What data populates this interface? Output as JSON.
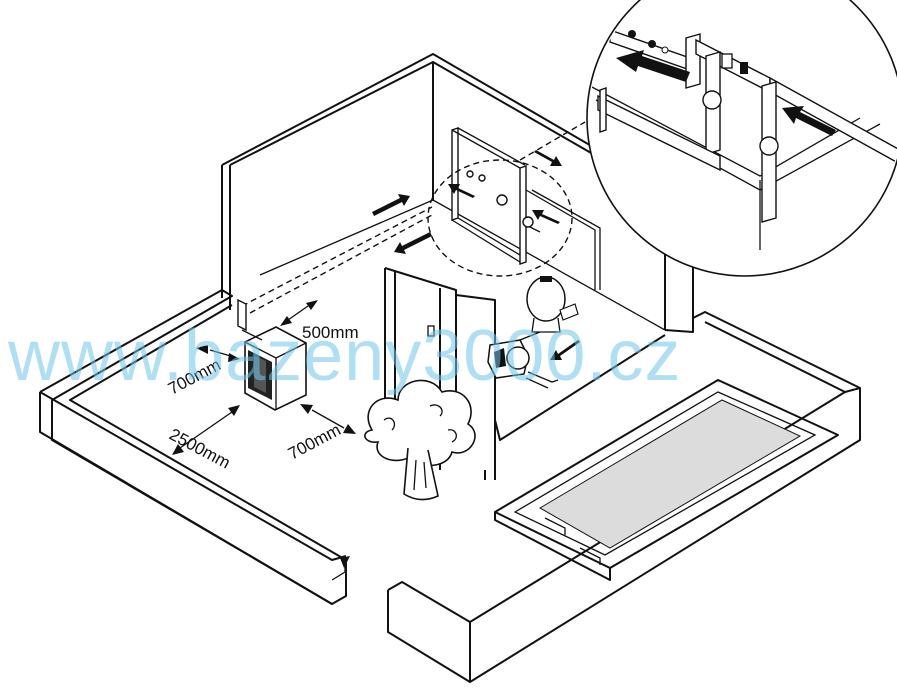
{
  "diagram": {
    "labels": {
      "dim_500": "500mm",
      "dim_700_left": "700mm",
      "dim_2500": "2500mm",
      "dim_700_front": "700mm"
    },
    "watermark": "www.bazeny3000.cz"
  }
}
